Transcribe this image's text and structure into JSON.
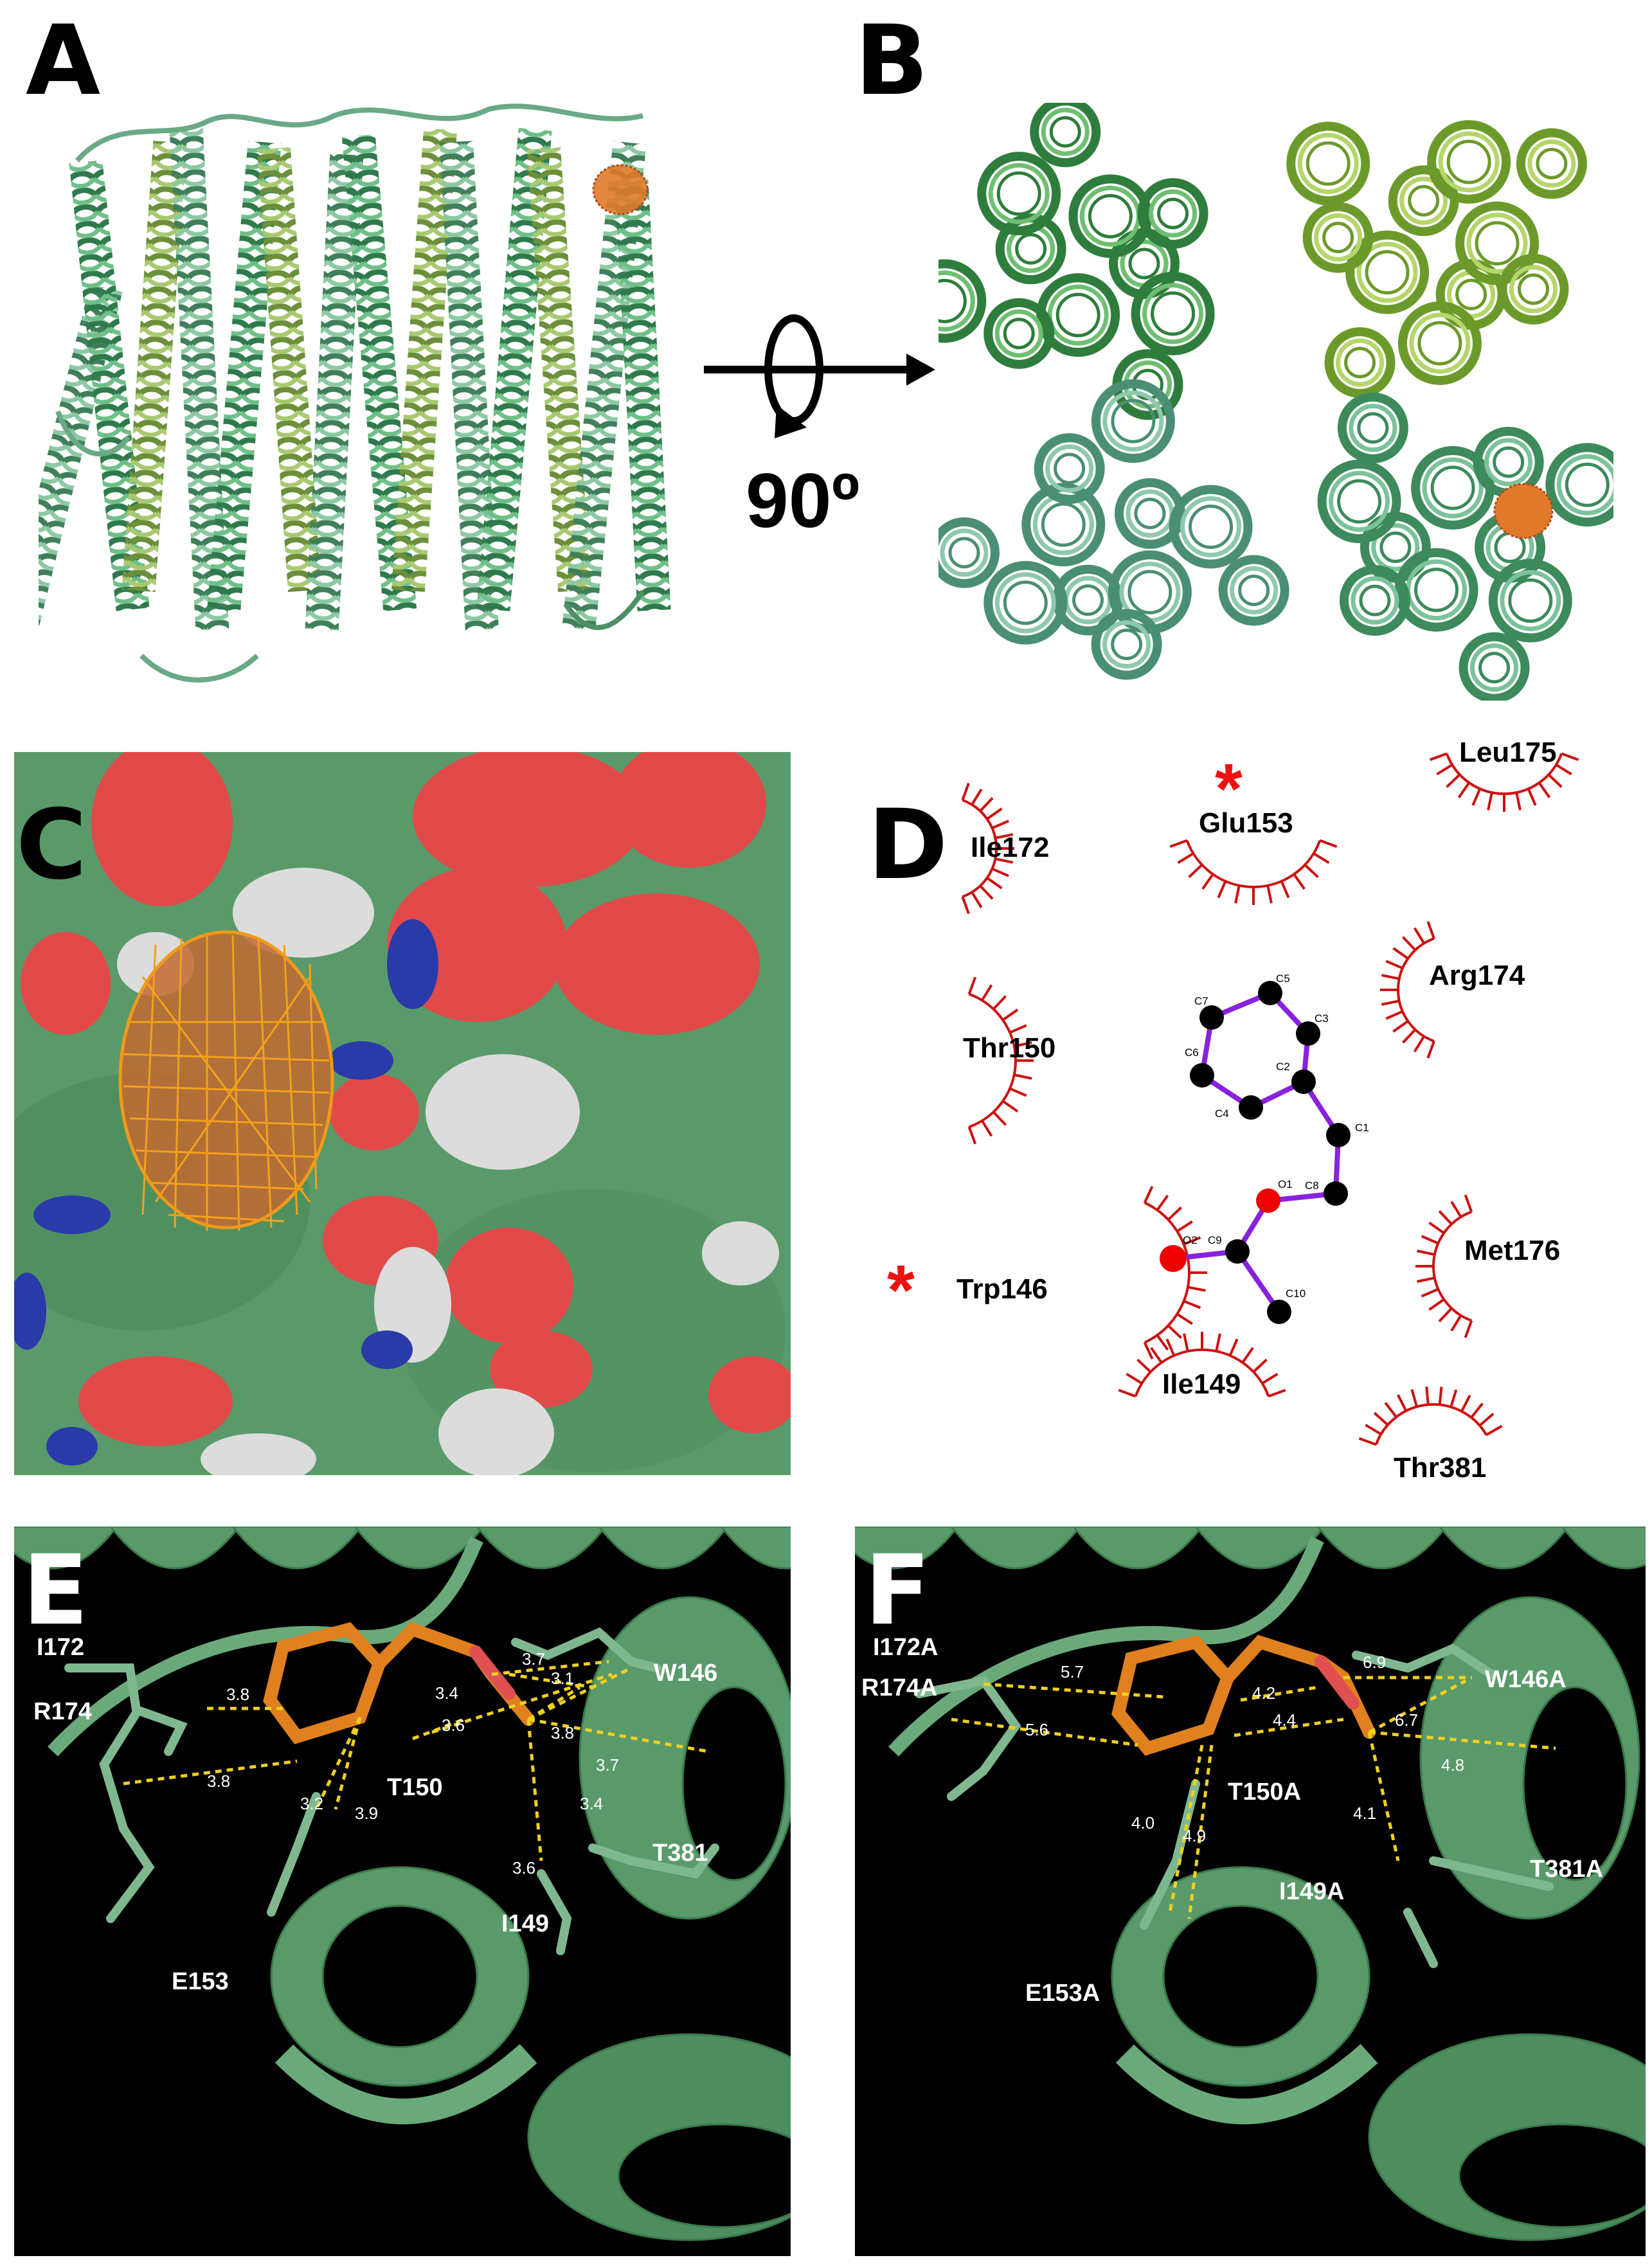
{
  "panels": {
    "A": {
      "letter": "A"
    },
    "B": {
      "letter": "B"
    },
    "C": {
      "letter": "C"
    },
    "D": {
      "letter": "D"
    },
    "E": {
      "letter": "E"
    },
    "F": {
      "letter": "F"
    }
  },
  "rotation": {
    "label": "90º"
  },
  "ligplot": {
    "residues": [
      "Leu175",
      "Glu153",
      "Ile172",
      "Arg174",
      "Thr150",
      "Met176",
      "Trp146",
      "Ile149",
      "Thr381"
    ],
    "atoms": [
      "C1",
      "C2",
      "C3",
      "C4",
      "C5",
      "C6",
      "C7",
      "C8",
      "C9",
      "C10",
      "O1",
      "O2"
    ],
    "asterisk": "*",
    "colors": {
      "hydrophobic": "#cc1111",
      "bond": "#8822dd",
      "carbon": "#000000",
      "oxygen": "#ee0000"
    }
  },
  "panelE": {
    "residues": [
      "I172",
      "R174",
      "W146",
      "T150",
      "T381",
      "I149",
      "E153"
    ],
    "distances": [
      "3.7",
      "3.1",
      "3.8",
      "3.4",
      "3.6",
      "3.8",
      "3.7",
      "3.8",
      "3.4",
      "3.2",
      "3.9",
      "3.6"
    ]
  },
  "panelF": {
    "residues": [
      "I172A",
      "R174A",
      "W146A",
      "T150A",
      "T381A",
      "I149A",
      "E153A"
    ],
    "distances": [
      "5.7",
      "6.9",
      "5.6",
      "4.2",
      "4.4",
      "6.7",
      "4.8",
      "4.0",
      "4.9",
      "4.1"
    ]
  },
  "colors": {
    "protein_green": "#5a9a6a",
    "ligand_orange": "#e0801e",
    "hbond_yellow": "#f0d020",
    "oxygen_red": "#e04040",
    "nitrogen_blue": "#2a3aa8"
  }
}
